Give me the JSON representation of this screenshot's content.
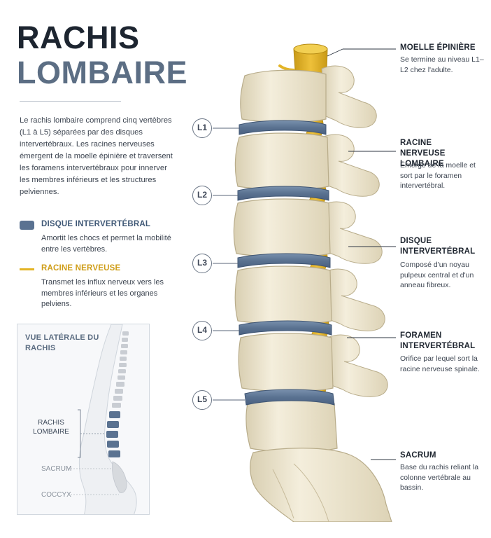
{
  "header": {
    "title_line1": "RACHIS",
    "title_line2": "LOMBAIRE"
  },
  "intro": "Le rachis lombaire comprend cinq vertèbres (L1 à L5) séparées par des disques intervertébraux. Les racines nerveuses émergent de la moelle épinière et traversent les foramens intervertébraux pour innerver les membres inférieurs et les structures pelviennes.",
  "legend": {
    "disc": {
      "title": "DISQUE INTERVERTÉBRAL",
      "desc": "Amortit les chocs et permet la mobilité entre les vertèbres.",
      "color": "#5a7291"
    },
    "root": {
      "title": "RACINE NERVEUSE",
      "desc": "Transmet les influx nerveux vers les membres inférieurs et les organes pelviens.",
      "color": "#e3b425"
    }
  },
  "inset": {
    "title": "VUE LATÉRALE DU RACHIS",
    "lumbar_label": "RACHIS LOMBAIRE",
    "sacrum_label": "SACRUM",
    "coccyx_label": "COCCYX"
  },
  "levels": [
    "L1",
    "L2",
    "L3",
    "L4",
    "L5"
  ],
  "callouts": {
    "spinal_cord": {
      "title": "MOELLE ÉPINIÈRE",
      "desc": "Se termine au niveau L1–L2 chez l'adulte."
    },
    "nerve_root": {
      "title": "RACINE NERVEUSE LOMBAIRE",
      "desc": "Émerge de la moelle et sort par le foramen intervertébral."
    },
    "disc": {
      "title": "DISQUE INTERVERTÉBRAL",
      "desc": "Composé d'un noyau pulpeux central et d'un anneau fibreux."
    },
    "foramen": {
      "title": "FORAMEN INTERVERTÉBRAL",
      "desc": "Orifice par lequel sort la racine nerveuse spinale."
    },
    "sacrum": {
      "title": "SACRUM",
      "desc": "Base du rachis reliant la colonne vertébrale au bassin."
    }
  },
  "colors": {
    "bone": "#efe8d3",
    "bone_shadow": "#cfc4a6",
    "disc": "#5a7291",
    "nerve": "#e3b425",
    "text_dark": "#1d2530",
    "title_accent": "#5c6e84"
  }
}
